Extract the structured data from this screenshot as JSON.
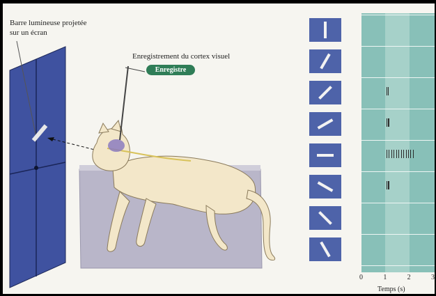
{
  "illustration": {
    "screen_label_line1": "Barre lumineuse projetée",
    "screen_label_line2": "sur un écran",
    "cortex_label": "Enregistrement du cortex visuel",
    "record_badge": "Enregistre"
  },
  "stimuli": {
    "orientations_deg": [
      90,
      60,
      45,
      30,
      0,
      -30,
      -45,
      -60
    ],
    "colors": {
      "box": "#4e63a9",
      "bar": "#f2f2f2"
    }
  },
  "raster": {
    "xlabel": "Temps (s)",
    "ticks": [
      "0",
      "1",
      "2",
      "3"
    ],
    "xlim": [
      0,
      3
    ],
    "stimulus_on": [
      1,
      2
    ],
    "spike_counts": [
      0,
      0,
      2,
      3,
      12,
      3,
      0,
      0
    ]
  },
  "chart_data": {
    "type": "scatter",
    "xlabel": "Temps (s)",
    "xlim": [
      0,
      3
    ],
    "rows": [
      {
        "orientation_deg": 90,
        "spike_times": []
      },
      {
        "orientation_deg": 60,
        "spike_times": []
      },
      {
        "orientation_deg": 45,
        "spike_times": [
          1.05,
          1.1
        ]
      },
      {
        "orientation_deg": 30,
        "spike_times": [
          1.05,
          1.1,
          1.15
        ]
      },
      {
        "orientation_deg": 0,
        "spike_times": [
          1.05,
          1.15,
          1.25,
          1.35,
          1.45,
          1.55,
          1.65,
          1.75,
          1.85,
          1.95,
          2.05,
          2.15
        ]
      },
      {
        "orientation_deg": -30,
        "spike_times": [
          1.05,
          1.1,
          1.15
        ]
      },
      {
        "orientation_deg": -45,
        "spike_times": []
      },
      {
        "orientation_deg": -60,
        "spike_times": []
      }
    ]
  }
}
